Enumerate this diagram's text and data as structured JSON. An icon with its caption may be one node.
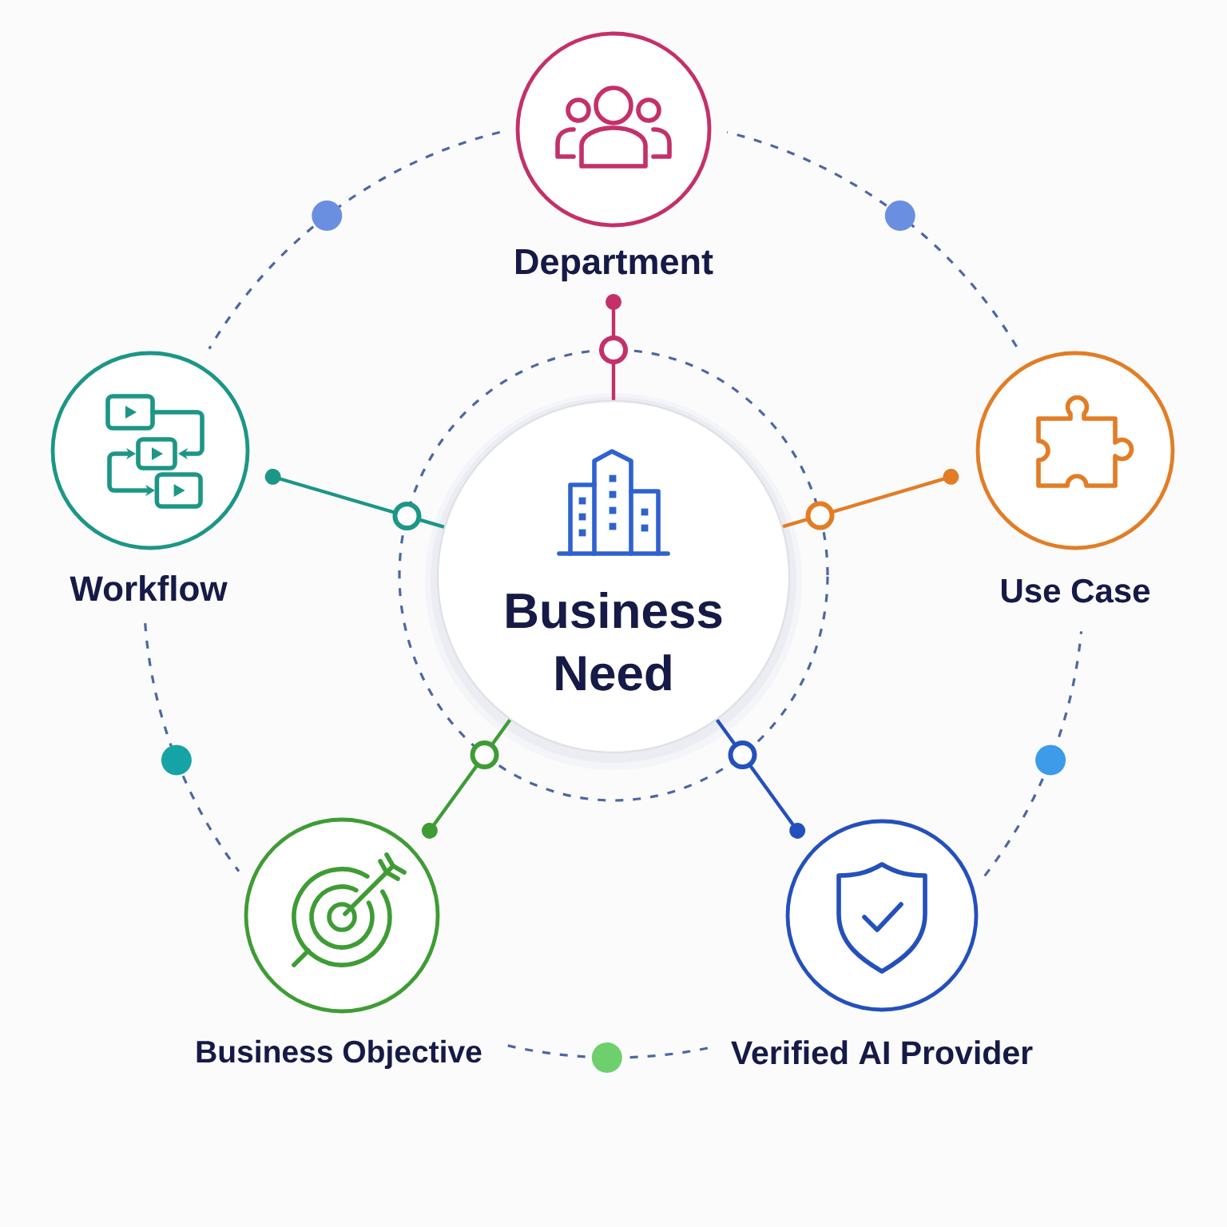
{
  "diagram": {
    "nodes": [
      {
        "text": [
          "Business Need"
        ]
      },
      {
        "text": [
          "Department"
        ]
      },
      {
        "text": [
          "Use Case"
        ]
      },
      {
        "text": [
          "Verified AI Provider"
        ]
      },
      {
        "text": [
          "Business Objective"
        ]
      },
      {
        "text": [
          "Workflow"
        ]
      }
    ],
    "edges": [
      {
        "from": 0,
        "to": 1,
        "arrow": "other",
        "color": "#c4306a"
      },
      {
        "from": 0,
        "to": 2,
        "arrow": "other",
        "color": "#e27d25"
      },
      {
        "from": 0,
        "to": 3,
        "arrow": "other",
        "color": "#2450bd"
      },
      {
        "from": 0,
        "to": 4,
        "arrow": "other",
        "color": "#3f9c35"
      },
      {
        "from": 0,
        "to": 5,
        "arrow": "other",
        "color": "#1c9686"
      }
    ]
  }
}
